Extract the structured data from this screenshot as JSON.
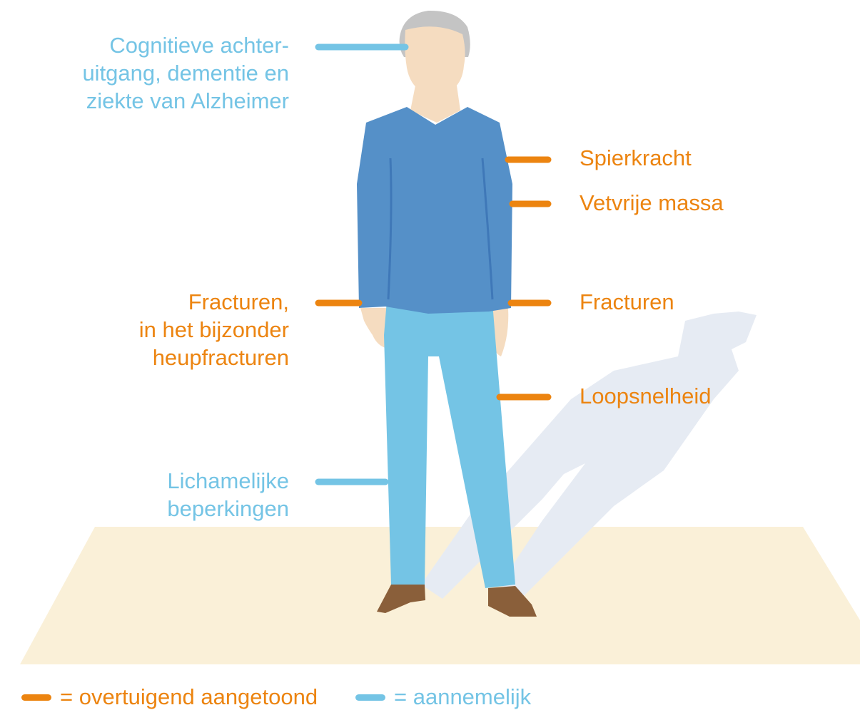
{
  "colors": {
    "proven": "#ec8410",
    "plausible": "#74c4e5",
    "floor": "#faf0d8",
    "shadow": "#e6ebf3",
    "sweater": "#5590c8",
    "pants": "#74c4e5",
    "skin": "#f5dcc0",
    "hair": "#c4c4c4",
    "shoes": "#8a5f3a"
  },
  "labels": {
    "cognitive": "Cognitieve achter-\nuitgang, dementie en\nziekte van Alzheimer",
    "muscle_strength": "Spierkracht",
    "lean_mass": "Vetvrije massa",
    "fractures_hip": "Fracturen,\nin het bijzonder\nheupfracturen",
    "fractures": "Fracturen",
    "walking_speed": "Loopsnelheid",
    "physical_limitations": "Lichamelijke\nbeperkingen"
  },
  "legend": {
    "proven": {
      "text": "= overtuigend aangetoond",
      "color": "#ec8410"
    },
    "plausible": {
      "text": "= aannemelijk",
      "color": "#74c4e5"
    }
  }
}
